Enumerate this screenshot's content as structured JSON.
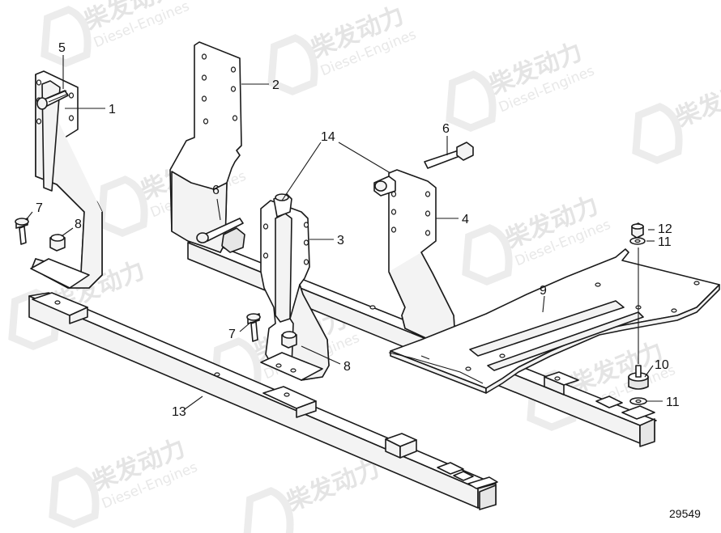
{
  "watermark": {
    "brand": "柴发动力",
    "subtitle": "Diesel-Engines"
  },
  "figure_number": "29549",
  "callouts": {
    "c1": "1",
    "c2": "2",
    "c3": "3",
    "c4": "4",
    "c5": "5",
    "c6a": "6",
    "c6b": "6",
    "c7a": "7",
    "c7b": "7",
    "c8a": "8",
    "c8b": "8",
    "c9": "9",
    "c10": "10",
    "c11a": "11",
    "c11b": "11",
    "c12": "12",
    "c13": "13",
    "c14": "14"
  },
  "colors": {
    "line": "#1a1a1a",
    "watermark": "#e4e4e4",
    "background": "#ffffff"
  }
}
